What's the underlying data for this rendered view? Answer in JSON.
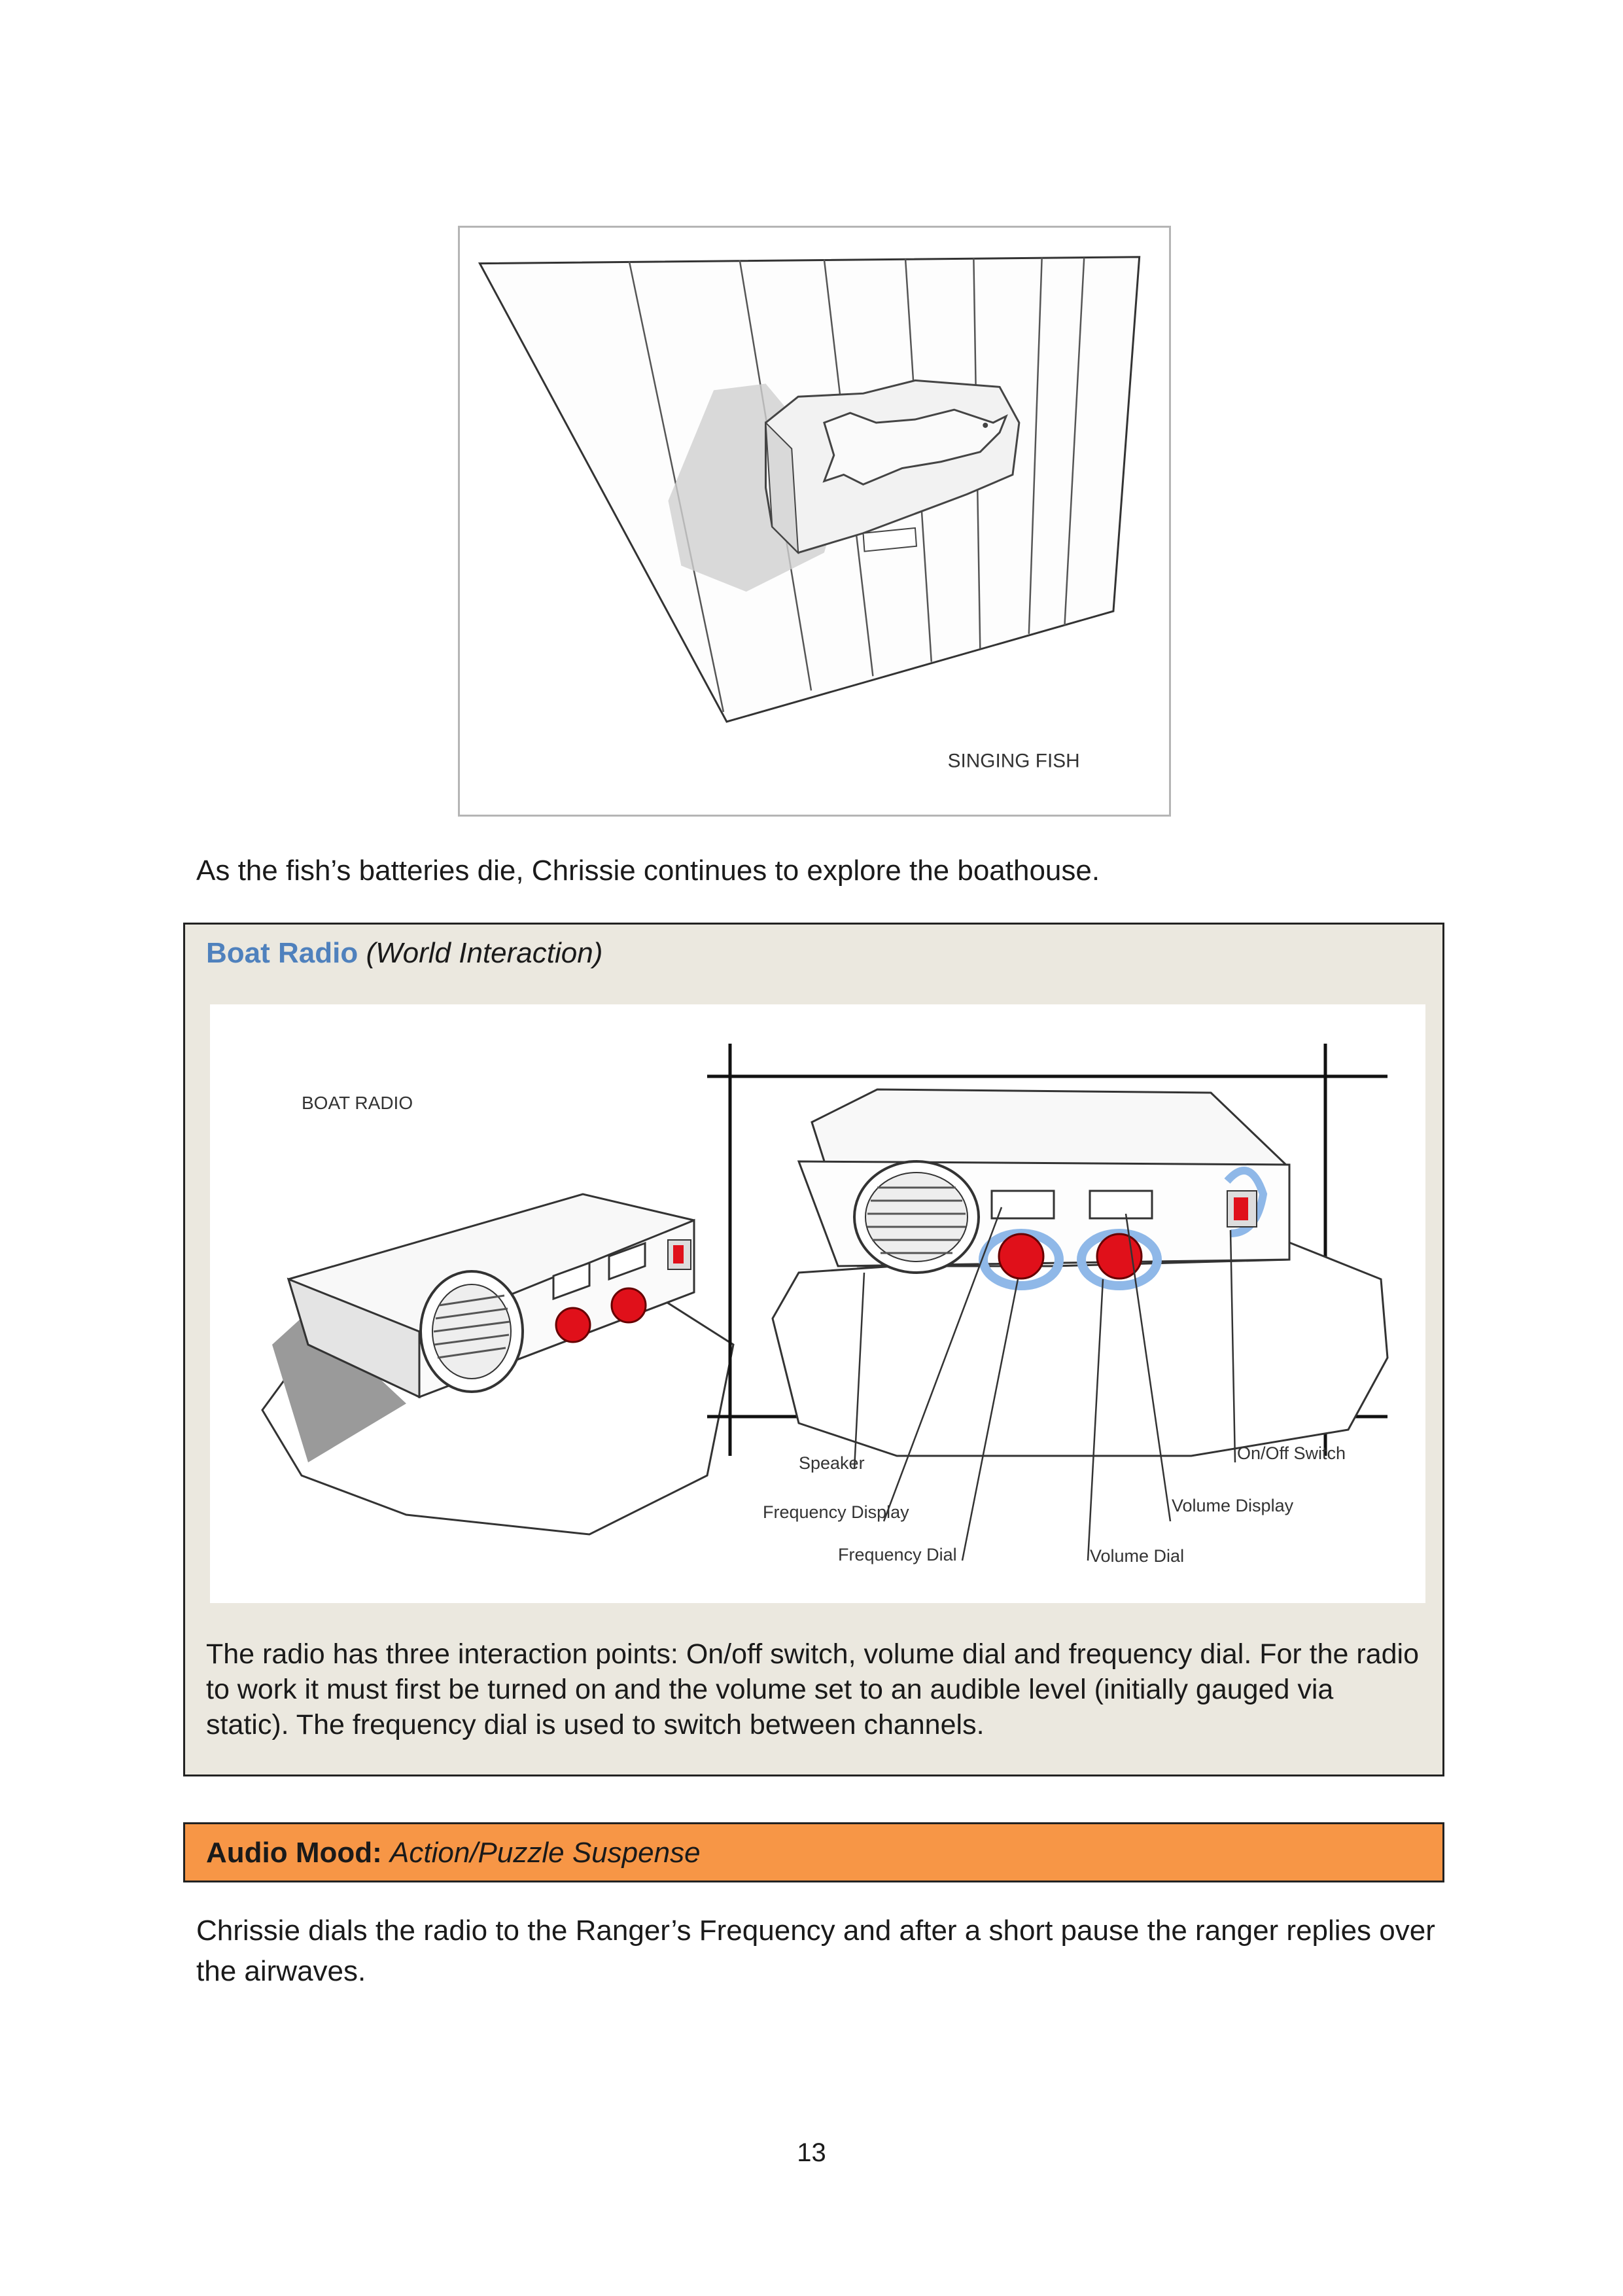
{
  "figure_fish": {
    "label": "SINGING FISH"
  },
  "paragraph_1": "As the fish’s batteries die, Chrissie continues to explore the boathouse.",
  "world_box": {
    "title": "Boat Radio",
    "subtitle": "(World Interaction)",
    "figure": {
      "label": "BOAT RADIO",
      "callouts": {
        "speaker": "Speaker",
        "frequency_display": "Frequency Display",
        "frequency_dial": "Frequency Dial",
        "volume_dial": "Volume Dial",
        "volume_display": "Volume Display",
        "on_off_switch": "On/Off Switch"
      }
    },
    "body": "The radio has three interaction points: On/off switch, volume dial and frequency dial. For the radio to work it must first be turned on and the volume set to an audible level (initially gauged via static). The frequency dial is used to switch between channels."
  },
  "audio_mood": {
    "label": "Audio Mood:",
    "value": "Action/Puzzle Suspense"
  },
  "paragraph_2": "Chrissie dials the radio to the Ranger’s Frequency and after a short pause the ranger replies over the airwaves.",
  "page_number": "13",
  "colors": {
    "box_title": "#4f81bd",
    "box_bg": "#ebe8df",
    "mood_bg": "#f79646",
    "dial_red": "#e0101a",
    "dial_blue": "#8fb8e8"
  }
}
